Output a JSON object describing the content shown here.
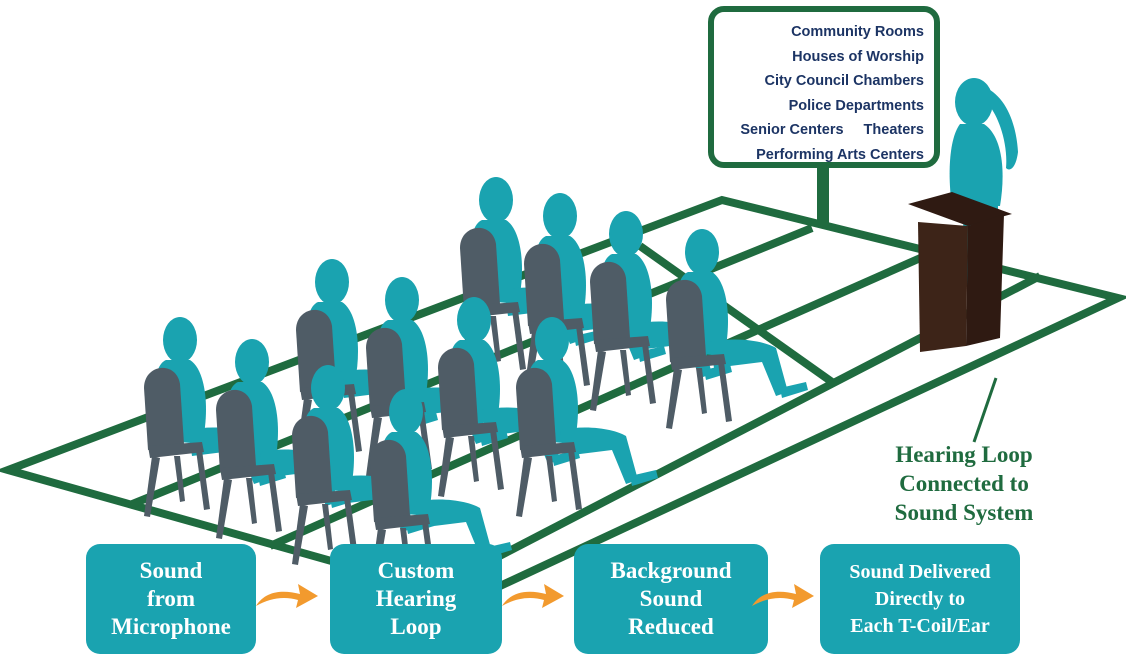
{
  "sign": {
    "venues": [
      "Community Rooms",
      "Houses of Worship",
      "City Council Chambers",
      "Police Departments",
      "Senior Centers",
      "Theaters",
      "Performing Arts Centers"
    ]
  },
  "loop_label": "Hearing Loop\nConnected to\nSound System",
  "steps": [
    {
      "text": "Sound\nfrom\nMicrophone"
    },
    {
      "text": "Custom\nHearing\nLoop"
    },
    {
      "text": "Background\nSound\nReduced"
    },
    {
      "text": "Sound Delivered\nDirectly to\nEach T-Coil/Ear"
    }
  ],
  "colors": {
    "loop_wire": "#1f6b3f",
    "person": "#1aa3b0",
    "chair": "#4f5c66",
    "podium": "#3d2418",
    "sign_text": "#1c3464",
    "step_box": "#1aa3b0",
    "arrow": "#f29a2e"
  }
}
